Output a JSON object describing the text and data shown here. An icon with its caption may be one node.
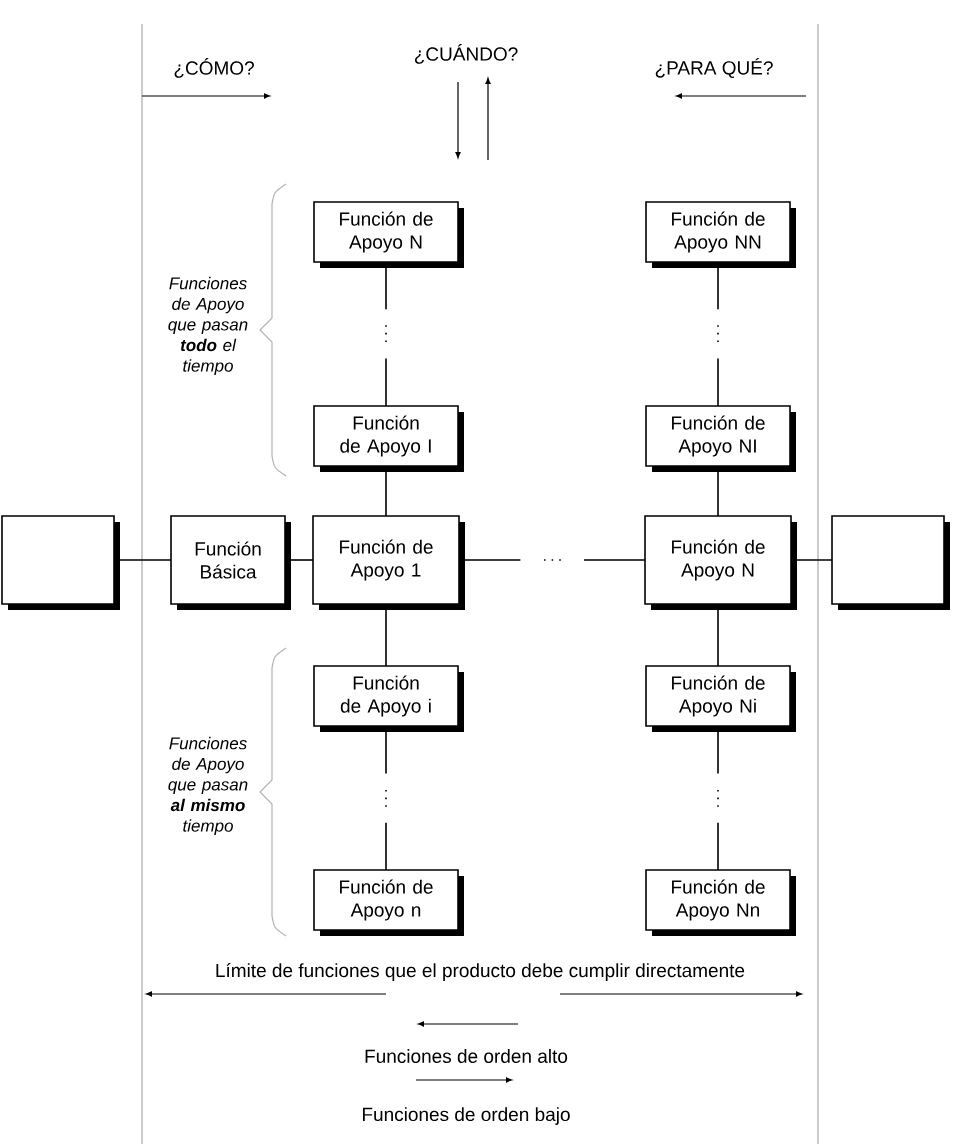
{
  "diagram": {
    "nodes": [
      {
        "text": [],
        "shape": "box"
      },
      {
        "text": [
          "Función Básica"
        ]
      },
      {
        "text": [
          "Función de Apoyo 1"
        ]
      },
      {
        "text": [
          "Función de Apoyo N"
        ]
      },
      {
        "text": [],
        "shape": "box"
      },
      {
        "text": [
          "Función de Apoyo N"
        ]
      },
      {
        "text": [
          "Función de Apoyo I"
        ]
      },
      {
        "text": [
          "Función de Apoyo NN"
        ]
      },
      {
        "text": [
          "Función de Apoyo NI"
        ]
      },
      {
        "text": [
          "Función de Apoyo i"
        ]
      },
      {
        "text": [
          "Función de Apoyo n"
        ]
      },
      {
        "text": [
          "Función de Apoyo Ni"
        ]
      },
      {
        "text": [
          "Función de Apoyo Nn"
        ]
      }
    ],
    "edges": [
      {
        "from": 0,
        "to": 1,
        "arrow": "none"
      },
      {
        "from": 1,
        "to": 2,
        "arrow": "none"
      },
      {
        "from": 2,
        "to": 3,
        "arrow": "none",
        "style": "dashed"
      },
      {
        "from": 3,
        "to": 4,
        "arrow": "none"
      },
      {
        "from": 2,
        "to": 6,
        "arrow": "none"
      },
      {
        "from": 6,
        "to": 5,
        "arrow": "none",
        "style": "dashed"
      },
      {
        "from": 2,
        "to": 9,
        "arrow": "none"
      },
      {
        "from": 9,
        "to": 10,
        "arrow": "none",
        "style": "dashed"
      },
      {
        "from": 3,
        "to": 8,
        "arrow": "none"
      },
      {
        "from": 8,
        "to": 7,
        "arrow": "none",
        "style": "dashed"
      },
      {
        "from": 3,
        "to": 11,
        "arrow": "none"
      },
      {
        "from": 11,
        "to": 12,
        "arrow": "none",
        "style": "dashed"
      }
    ],
    "labels": [
      "¿CÓMO?",
      "¿CUÁNDO?",
      "¿PARA QUÉ?",
      "Funciones de Apoyo que pasan **todo** el tiempo",
      "Funciones de Apoyo que pasan **al mismo** tiempo",
      "Límite de funciones que el producto debe cumplir directamente",
      "Funciones de orden alto",
      "Funciones de orden bajo"
    ]
  }
}
